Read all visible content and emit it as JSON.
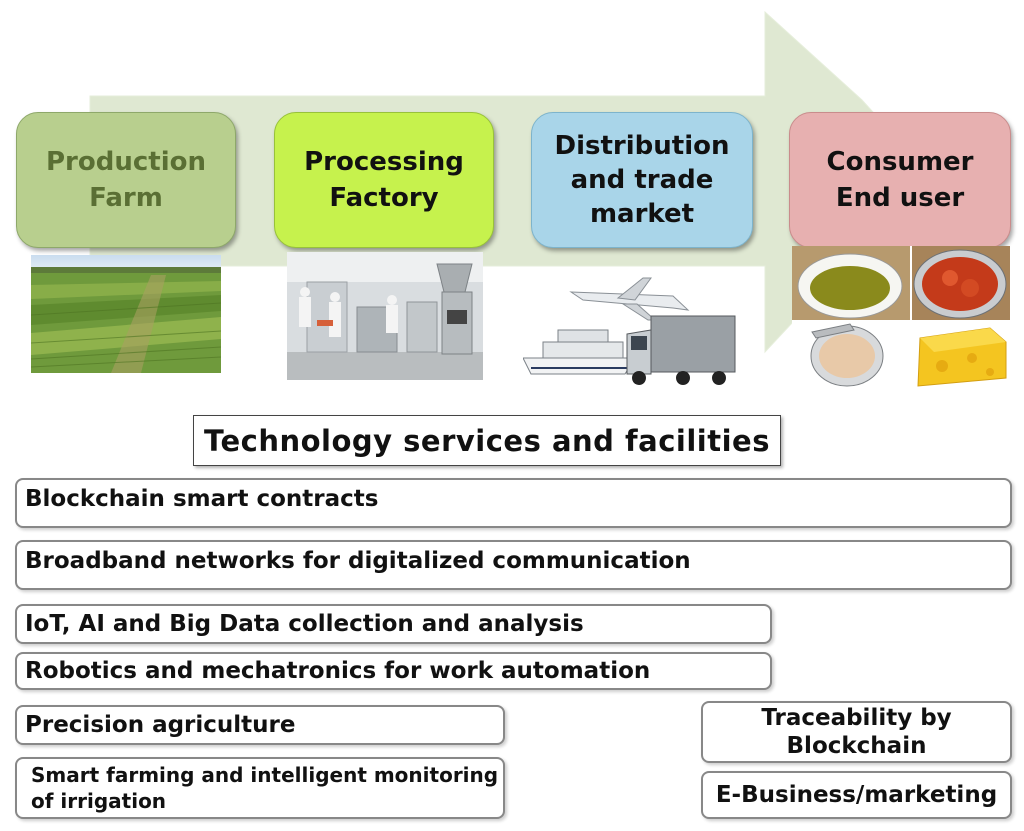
{
  "stages": [
    {
      "line1": "Production",
      "line2": "Farm",
      "line3": ""
    },
    {
      "line1": "Processing",
      "line2": "Factory",
      "line3": ""
    },
    {
      "line1": "Distribution",
      "line2": "and trade",
      "line3": "market"
    },
    {
      "line1": "Consumer",
      "line2": "End user",
      "line3": ""
    }
  ],
  "heading": "Technology services and facilities",
  "technologies": [
    "Blockchain smart contracts",
    "Broadband networks for digitalized communication",
    "IoT, AI and Big Data collection and analysis",
    "Robotics and mechatronics for work automation",
    "Precision agriculture",
    "Smart farming and intelligent monitoring of irrigation",
    "Traceability by Blockchain",
    "E-Business/marketing"
  ],
  "colors": {
    "arrow": "#dfe8d2",
    "production": "#b8cf8e",
    "processing": "#c6f24d",
    "distribution": "#a9d5e9",
    "consumer": "#e7b0b0"
  },
  "icons": {
    "farm": "cornfield-photo",
    "factory": "food-factory-photo",
    "transport": "ship-plane-truck-photo",
    "food": "packaged-food-photo"
  }
}
